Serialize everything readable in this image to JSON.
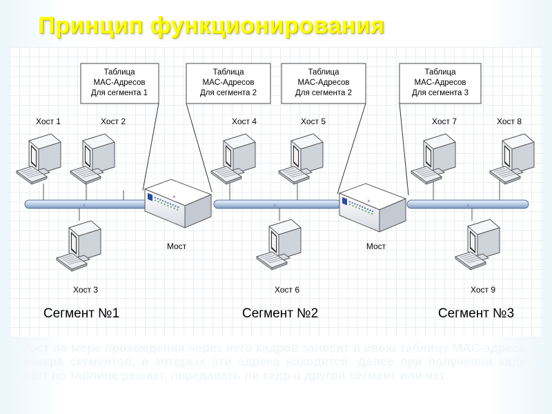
{
  "title": "Принцип функционирования",
  "tables": [
    {
      "line1": "Таблица",
      "line2": "MAC-Адресов",
      "line3": "Для сегмента 1"
    },
    {
      "line1": "Таблица",
      "line2": "MAC-Адресов",
      "line3": "Для сегмента 2"
    },
    {
      "line1": "Таблица",
      "line2": "MAC-Адресов",
      "line3": "Для сегмента 2"
    },
    {
      "line1": "Таблица",
      "line2": "MAC-Адресов",
      "line3": "Для сегмента 3"
    }
  ],
  "hosts": [
    "Хост 1",
    "Хост 2",
    "Хост 3",
    "Хост 4",
    "Хост 5",
    "Хост 6",
    "Хост 7",
    "Хост 8",
    "Хост 9"
  ],
  "bridges": [
    "Мост",
    "Мост"
  ],
  "segments": [
    "Сегмент №1",
    "Сегмент №2",
    "Сегмент №3"
  ],
  "bottom_text": "Мост по мере прохождения через него кадров заносит в свою таблицу MAC-адреса и номера сегментов, в которых эти адреса находятся. Далее при получении кадра, мост по таблице решает, передавать ли кадр в другой сегмент или нет.",
  "colors": {
    "title": "#ffff00",
    "cable": "#b9cde8",
    "grid": "#d6dce6",
    "bridge": "#e8eaf0"
  }
}
